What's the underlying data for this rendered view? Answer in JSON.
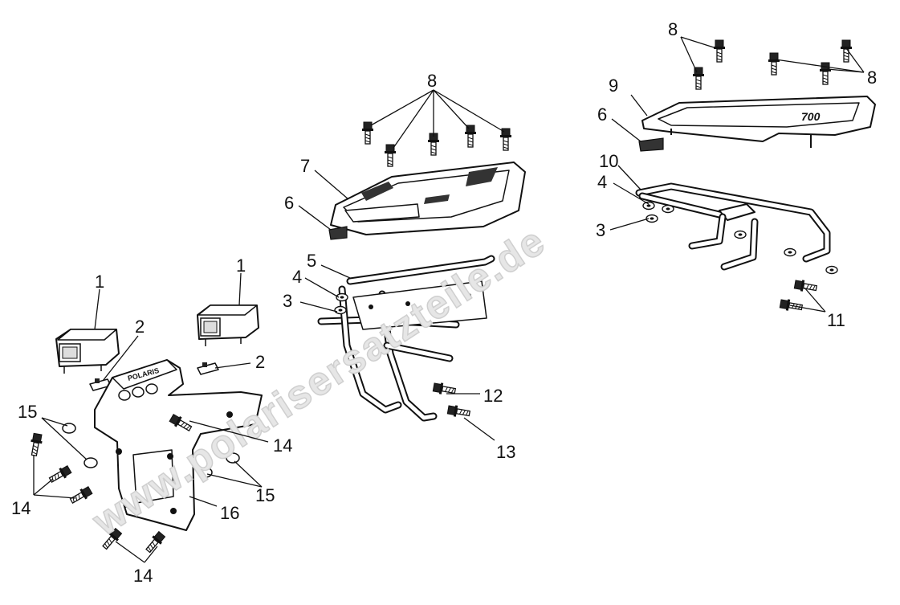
{
  "watermark": "www.polarisersatzteile.de",
  "callouts": [
    {
      "id": "1a",
      "label": "1"
    },
    {
      "id": "1b",
      "label": "1"
    },
    {
      "id": "2a",
      "label": "2"
    },
    {
      "id": "2b",
      "label": "2"
    },
    {
      "id": "3a",
      "label": "3"
    },
    {
      "id": "3b",
      "label": "3"
    },
    {
      "id": "4a",
      "label": "4"
    },
    {
      "id": "4b",
      "label": "4"
    },
    {
      "id": "5",
      "label": "5"
    },
    {
      "id": "6a",
      "label": "6"
    },
    {
      "id": "6b",
      "label": "6"
    },
    {
      "id": "7",
      "label": "7"
    },
    {
      "id": "8a",
      "label": "8"
    },
    {
      "id": "8b",
      "label": "8"
    },
    {
      "id": "8c",
      "label": "8"
    },
    {
      "id": "9",
      "label": "9"
    },
    {
      "id": "10",
      "label": "10"
    },
    {
      "id": "11",
      "label": "11"
    },
    {
      "id": "12",
      "label": "12"
    },
    {
      "id": "13",
      "label": "13"
    },
    {
      "id": "14a",
      "label": "14"
    },
    {
      "id": "14b",
      "label": "14"
    },
    {
      "id": "14c",
      "label": "14"
    },
    {
      "id": "15a",
      "label": "15"
    },
    {
      "id": "15b",
      "label": "15"
    },
    {
      "id": "16",
      "label": "16"
    }
  ],
  "rack_decal_text": "700",
  "colors": {
    "line": "#111111",
    "background": "#ffffff",
    "watermark": "#e6e6e6"
  }
}
